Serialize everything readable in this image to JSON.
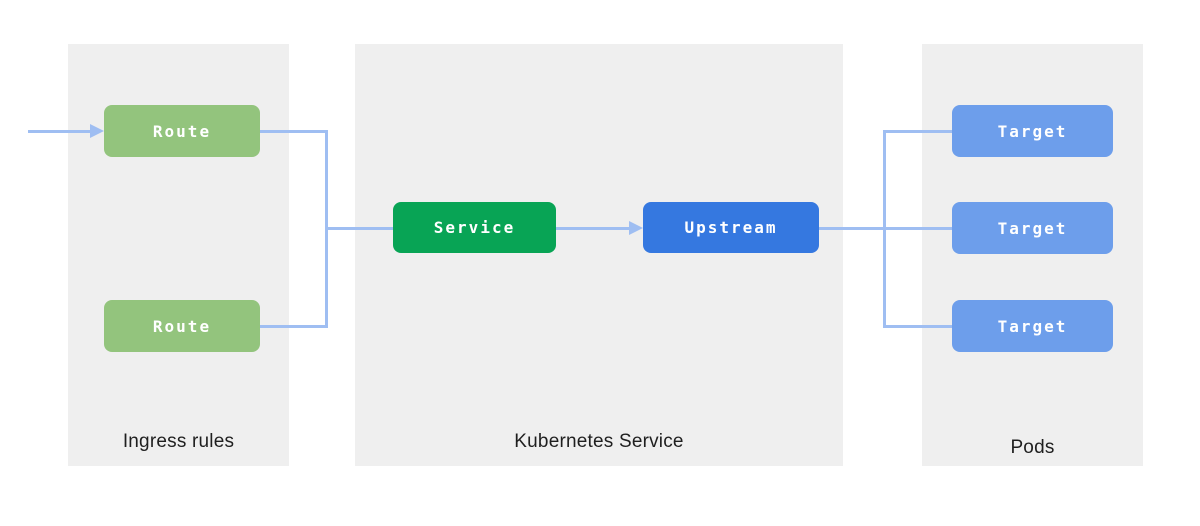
{
  "panels": [
    {
      "id": "ingress-rules",
      "label": "Ingress rules"
    },
    {
      "id": "kubernetes-service",
      "label": "Kubernetes Service"
    },
    {
      "id": "pods",
      "label": "Pods"
    }
  ],
  "nodes": [
    {
      "id": "route-1",
      "label": "Route",
      "type": "route"
    },
    {
      "id": "route-2",
      "label": "Route",
      "type": "route"
    },
    {
      "id": "service",
      "label": "Service",
      "type": "service"
    },
    {
      "id": "upstream",
      "label": "Upstream",
      "type": "upstream"
    },
    {
      "id": "target-1",
      "label": "Target",
      "type": "target"
    },
    {
      "id": "target-2",
      "label": "Target",
      "type": "target"
    },
    {
      "id": "target-3",
      "label": "Target",
      "type": "target"
    }
  ],
  "colors": {
    "panel-bg": "#efefef",
    "route-green": "#93c47d",
    "service-green": "#08a455",
    "upstream-blue": "#3578e0",
    "target-blue": "#6d9eeb",
    "connector-blue": "#9fbef2",
    "label-text": "#1f1f1f",
    "node-text": "#ffffff"
  }
}
